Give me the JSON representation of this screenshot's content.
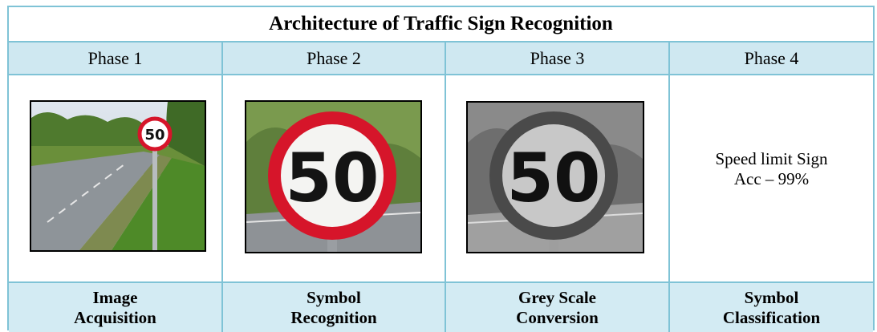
{
  "title": "Architecture of Traffic Sign Recognition",
  "phases": [
    "Phase 1",
    "Phase 2",
    "Phase 3",
    "Phase 4"
  ],
  "stages": [
    {
      "line1": "Image",
      "line2": "Acquisition"
    },
    {
      "line1": "Symbol",
      "line2": "Recognition"
    },
    {
      "line1": "Grey Scale",
      "line2": "Conversion"
    },
    {
      "line1": "Symbol",
      "line2": "Classification"
    }
  ],
  "sign_value": "50",
  "result": {
    "line1": "Speed limit Sign",
    "line2": "Acc – 99%"
  },
  "colors": {
    "border": "#7fc3d6",
    "header_bg": "#cfe8f1",
    "sign_red": "#d6152a"
  }
}
